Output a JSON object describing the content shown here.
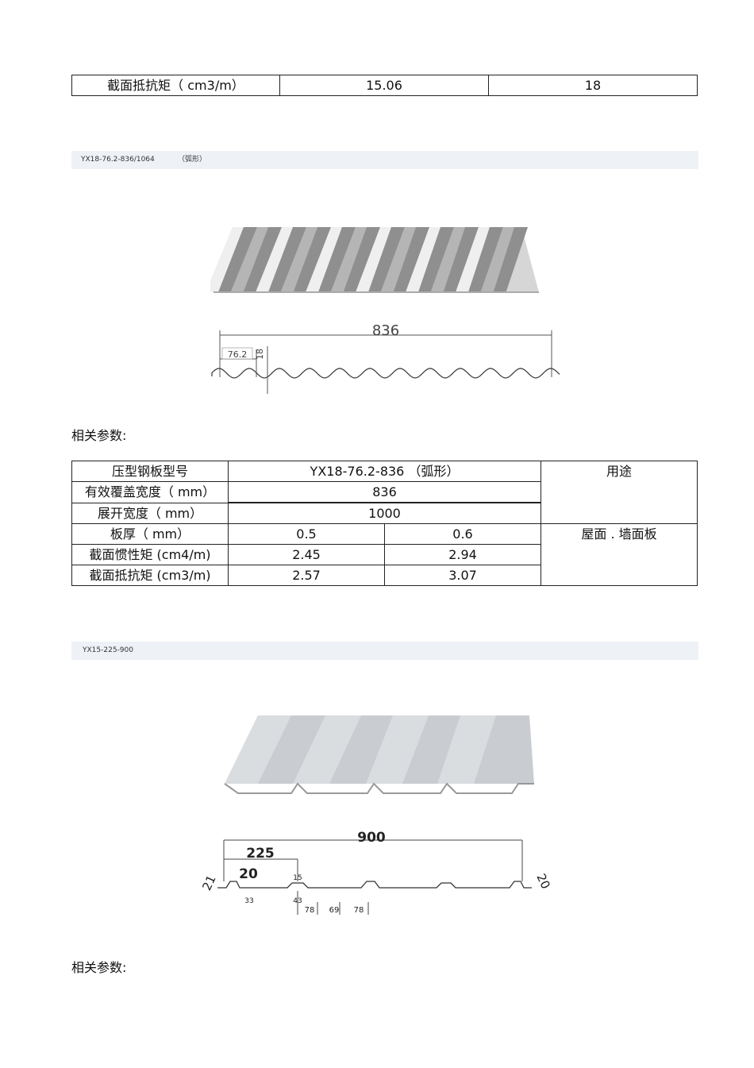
{
  "top_table": {
    "label": "截面抵抗矩（ cm3/m）",
    "value_a": "15.06",
    "value_b": "18"
  },
  "section1": {
    "model": "YX18-76.2-836/1064",
    "shape": "（弧形）",
    "drawing": {
      "width": "836",
      "pitch": "76.2",
      "height": "18"
    },
    "params_title": "相关参数:",
    "table": {
      "model_label": "压型钢板型号",
      "model_value": "YX18-76.2-836 （弧形）",
      "use_label": "用途",
      "cover_label": "有效覆盖宽度（ mm）",
      "cover_value": "836",
      "unfold_label": "展开宽度（ mm）",
      "unfold_value": "1000",
      "thick_label": "板厚（ mm）",
      "thick_a": "0.5",
      "thick_b": "0.6",
      "use_value": "屋面 . 墙面板",
      "inertia_label": "截面惯性矩 (cm4/m)",
      "inertia_a": "2.45",
      "inertia_b": "2.94",
      "resist_label": "截面抵抗矩 (cm3/m)",
      "resist_a": "2.57",
      "resist_b": "3.07"
    }
  },
  "section2": {
    "model": "YX15-225-900",
    "drawing": {
      "width": "900",
      "pitch": "225",
      "rib": "20",
      "edge_left": "21",
      "edge_right": "20",
      "h15": "15",
      "d33": "33",
      "d43": "43",
      "d78a": "78",
      "d69": "69",
      "d78b": "78"
    },
    "params_title": "相关参数:"
  }
}
